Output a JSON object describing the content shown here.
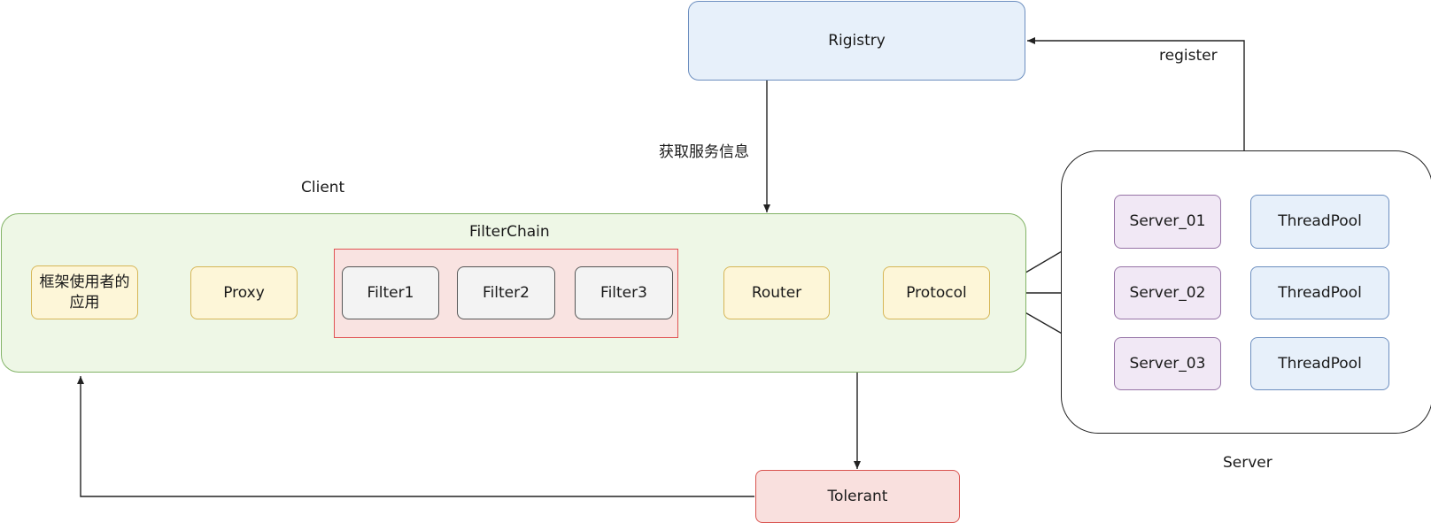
{
  "registry": {
    "label": "Rigistry"
  },
  "edge_labels": {
    "fetch_service_info": "获取服务信息",
    "register": "register"
  },
  "client": {
    "label": "Client",
    "filter_chain_label": "FilterChain",
    "app": "框架使用者的应用",
    "proxy": "Proxy",
    "filters": [
      "Filter1",
      "Filter2",
      "Filter3"
    ],
    "router": "Router",
    "protocol": "Protocol"
  },
  "server": {
    "label": "Server",
    "instances": [
      "Server_01",
      "Server_02",
      "Server_03"
    ],
    "thread_pools": [
      "ThreadPool",
      "ThreadPool",
      "ThreadPool"
    ]
  },
  "tolerant": {
    "label": "Tolerant"
  },
  "colors": {
    "registry_fill": "#e7f0fa",
    "registry_border": "#6c8ebf",
    "client_fill": "#eef7e6",
    "client_border": "#82b366",
    "yellow_fill": "#fdf6d8",
    "yellow_border": "#d6b656",
    "filterchain_fill": "#f9e3e1",
    "filterchain_border": "#e05252",
    "filter_fill": "#f3f3f3",
    "filter_border": "#555555",
    "server_fill": "#f1e8f5",
    "server_border": "#9673a6",
    "tp_fill": "#e7f0fa",
    "tp_border": "#6c8ebf",
    "tolerant_fill": "#f9e0de",
    "tolerant_border": "#d9534f",
    "arrow": "#222222"
  }
}
